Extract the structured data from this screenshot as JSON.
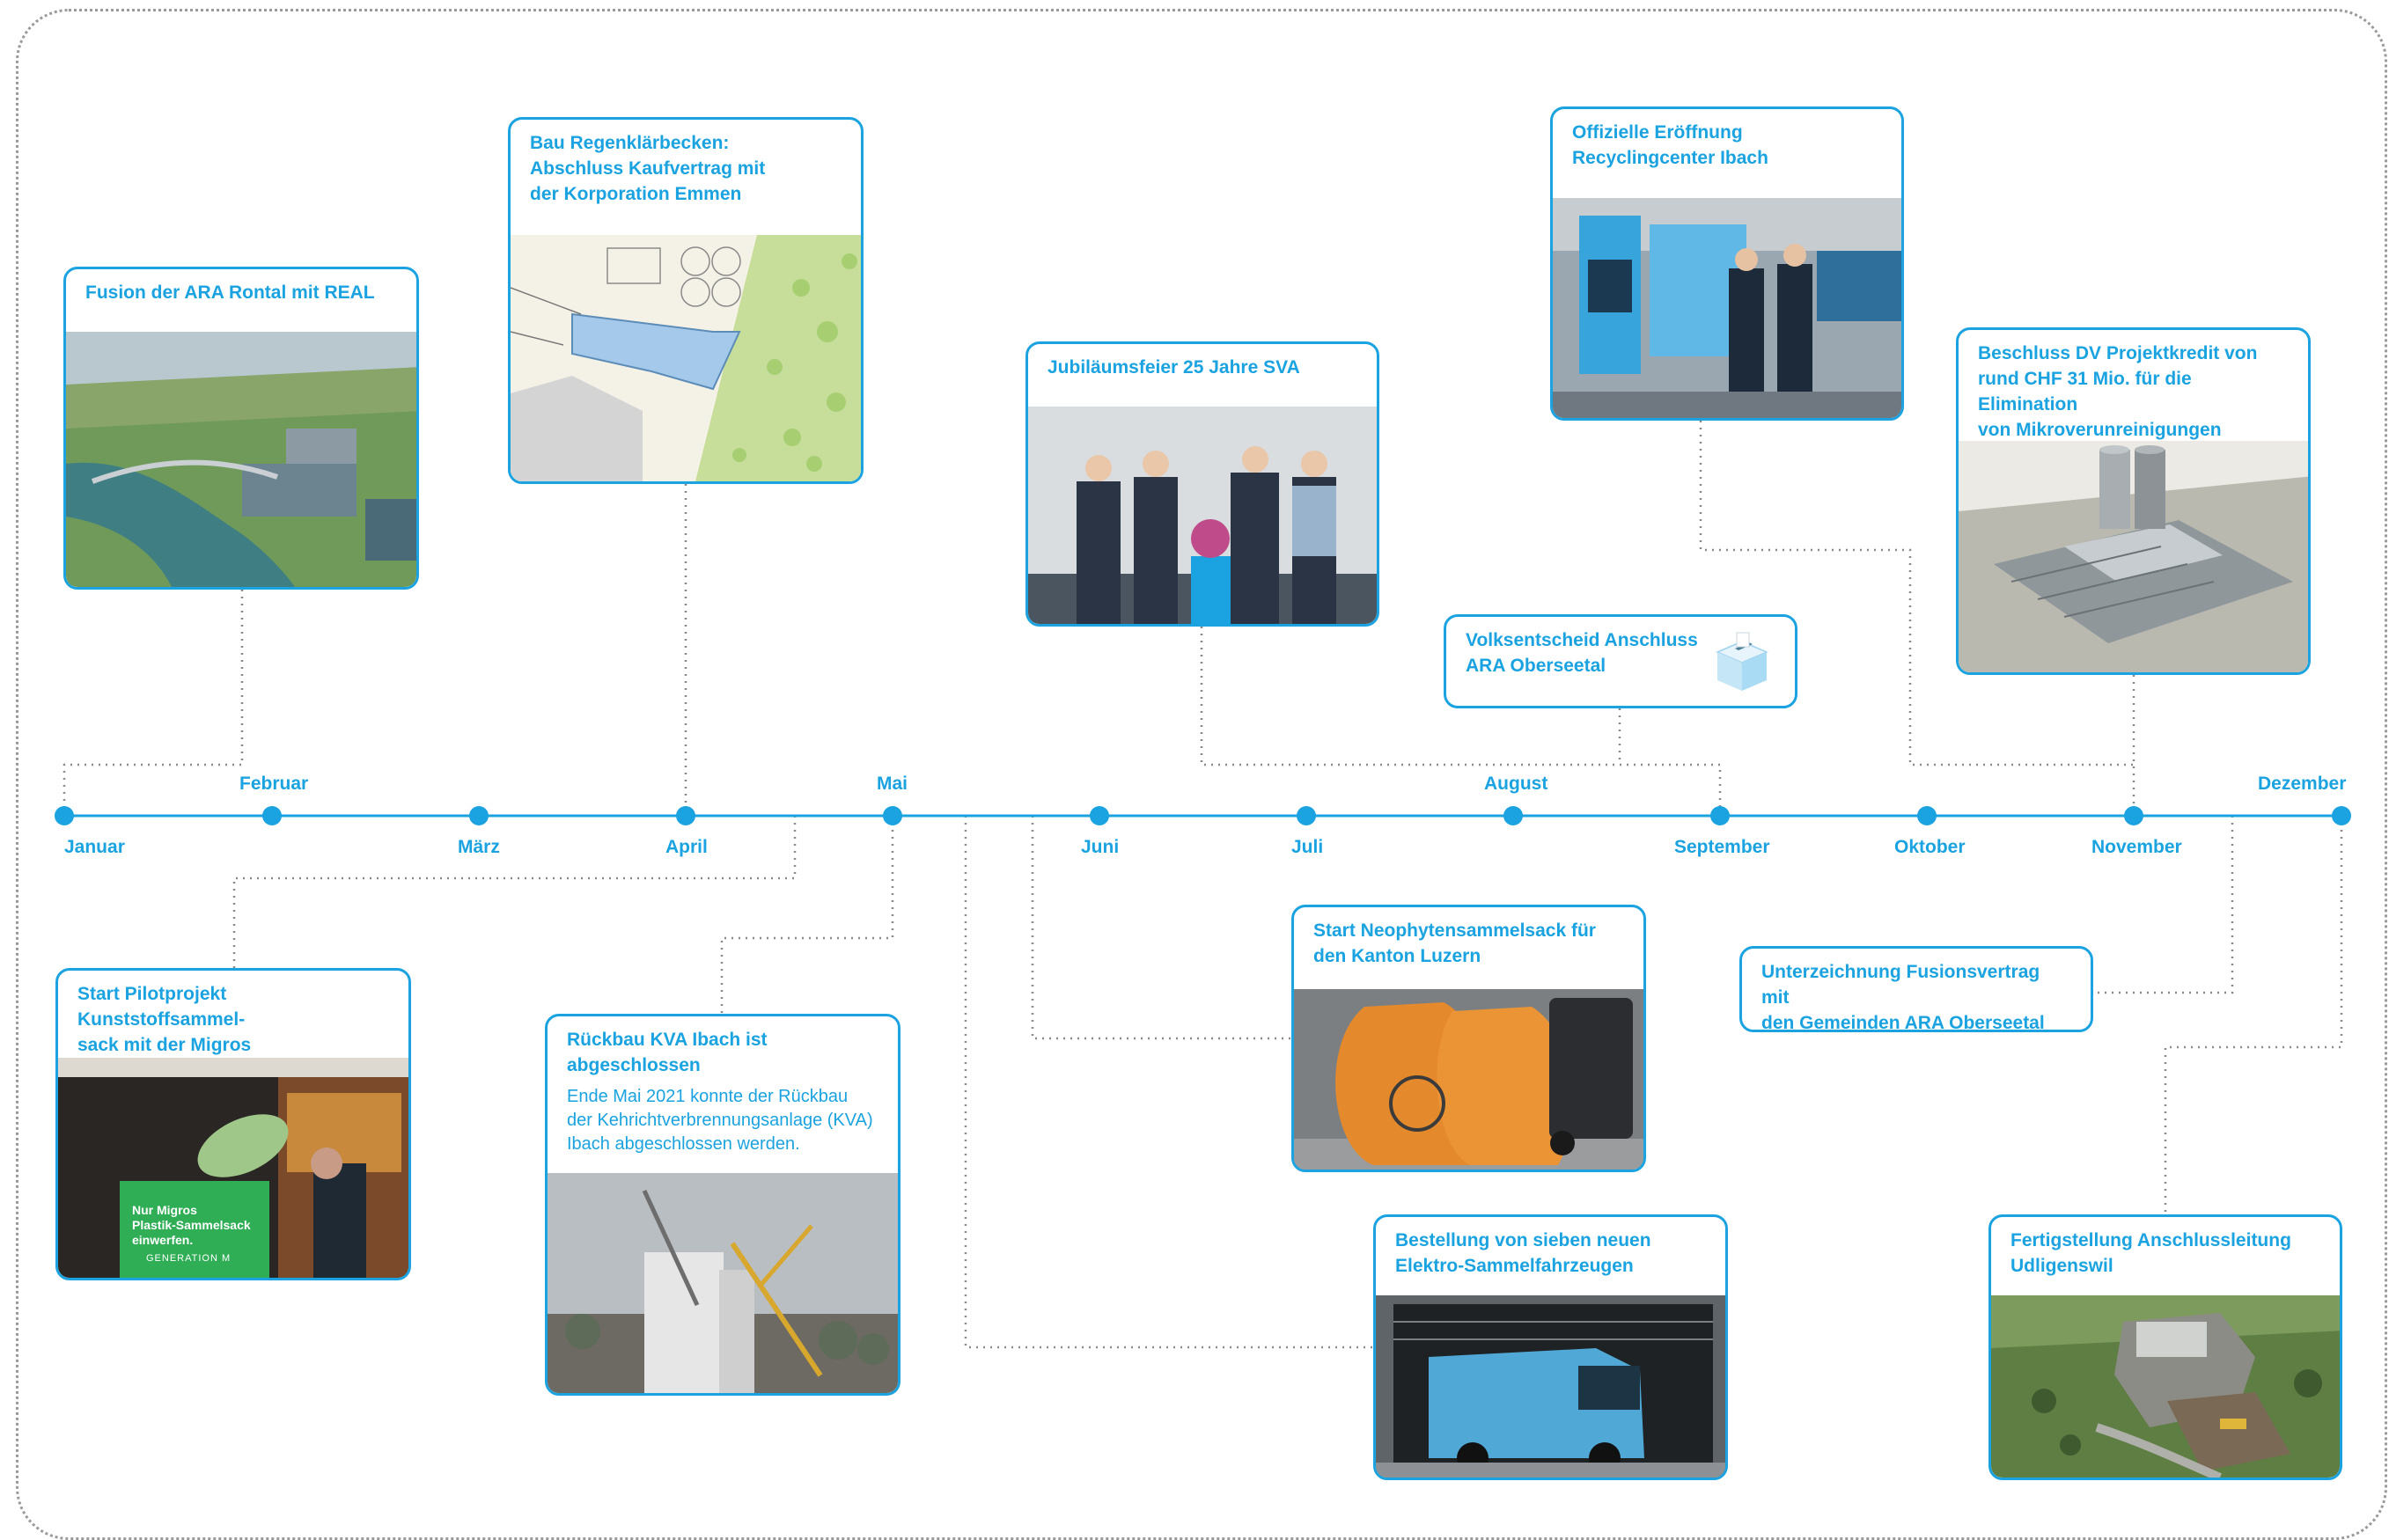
{
  "timeline": {
    "months": [
      "Januar",
      "Februar",
      "März",
      "April",
      "Mai",
      "Juni",
      "Juli",
      "August",
      "September",
      "Oktober",
      "November",
      "Dezember"
    ]
  },
  "events": {
    "fusion_rontal": {
      "title": "Fusion der ARA Rontal mit REAL",
      "image": "aerial-river-treatment-plant"
    },
    "regenklaerbecken": {
      "title": "Bau Regenklärbecken:\nAbschluss Kaufvertrag mit\nder Korporation Emmen",
      "image": "site-plan-map"
    },
    "jubilaeum": {
      "title": "Jubiläumsfeier 25 Jahre SVA",
      "image": "group-photo-four-men"
    },
    "recyclingcenter": {
      "title": "Offizielle Eröffnung\nRecyclingcenter Ibach",
      "image": "recycling-center-opening"
    },
    "volksentscheid": {
      "title": "Volksentscheid Anschluss\nARA Oberseetal",
      "icon": "ballot-box-icon"
    },
    "projektkredit": {
      "title": "Beschluss DV Projektkredit von\nrund CHF 31 Mio. für die Elimination\nvon Mikroverunreinigungen",
      "image": "3d-rendering-plant"
    },
    "kunststoff": {
      "title": "Start Pilotprojekt Kunststoffsammel-\nsack mit der Migros",
      "image": "plastic-collection-migros",
      "sign_text": "Nur Migros\nPlastik-Sammelsack\neinwerfen.",
      "sign_brand": "GENERATION M"
    },
    "kva_rueckbau": {
      "title": "Rückbau KVA Ibach ist abgeschlossen",
      "body": "Ende Mai 2021 konnte der Rückbau\nder Kehrichtverbrennungsanlage (KVA)\nIbach abgeschlossen werden.",
      "image": "demolition-crane"
    },
    "neophyten": {
      "title": "Start Neophytensammelsack für\nden Kanton Luzern",
      "image": "orange-collection-bags"
    },
    "fahrzeuge": {
      "title": "Bestellung von sieben neuen\nElektro-Sammelfahrzeugen",
      "image": "electric-garbage-truck"
    },
    "fusionsvertrag": {
      "title": "Unterzeichnung Fusionsvertrag mit\nden Gemeinden ARA Oberseetal"
    },
    "udligenswil": {
      "title": "Fertigstellung Anschlussleitung\nUdligenswil",
      "image": "aerial-construction-site"
    }
  },
  "colors": {
    "accent": "#1aa3e0",
    "connector": "#8a8a8a",
    "frame": "#9a9a9a"
  }
}
